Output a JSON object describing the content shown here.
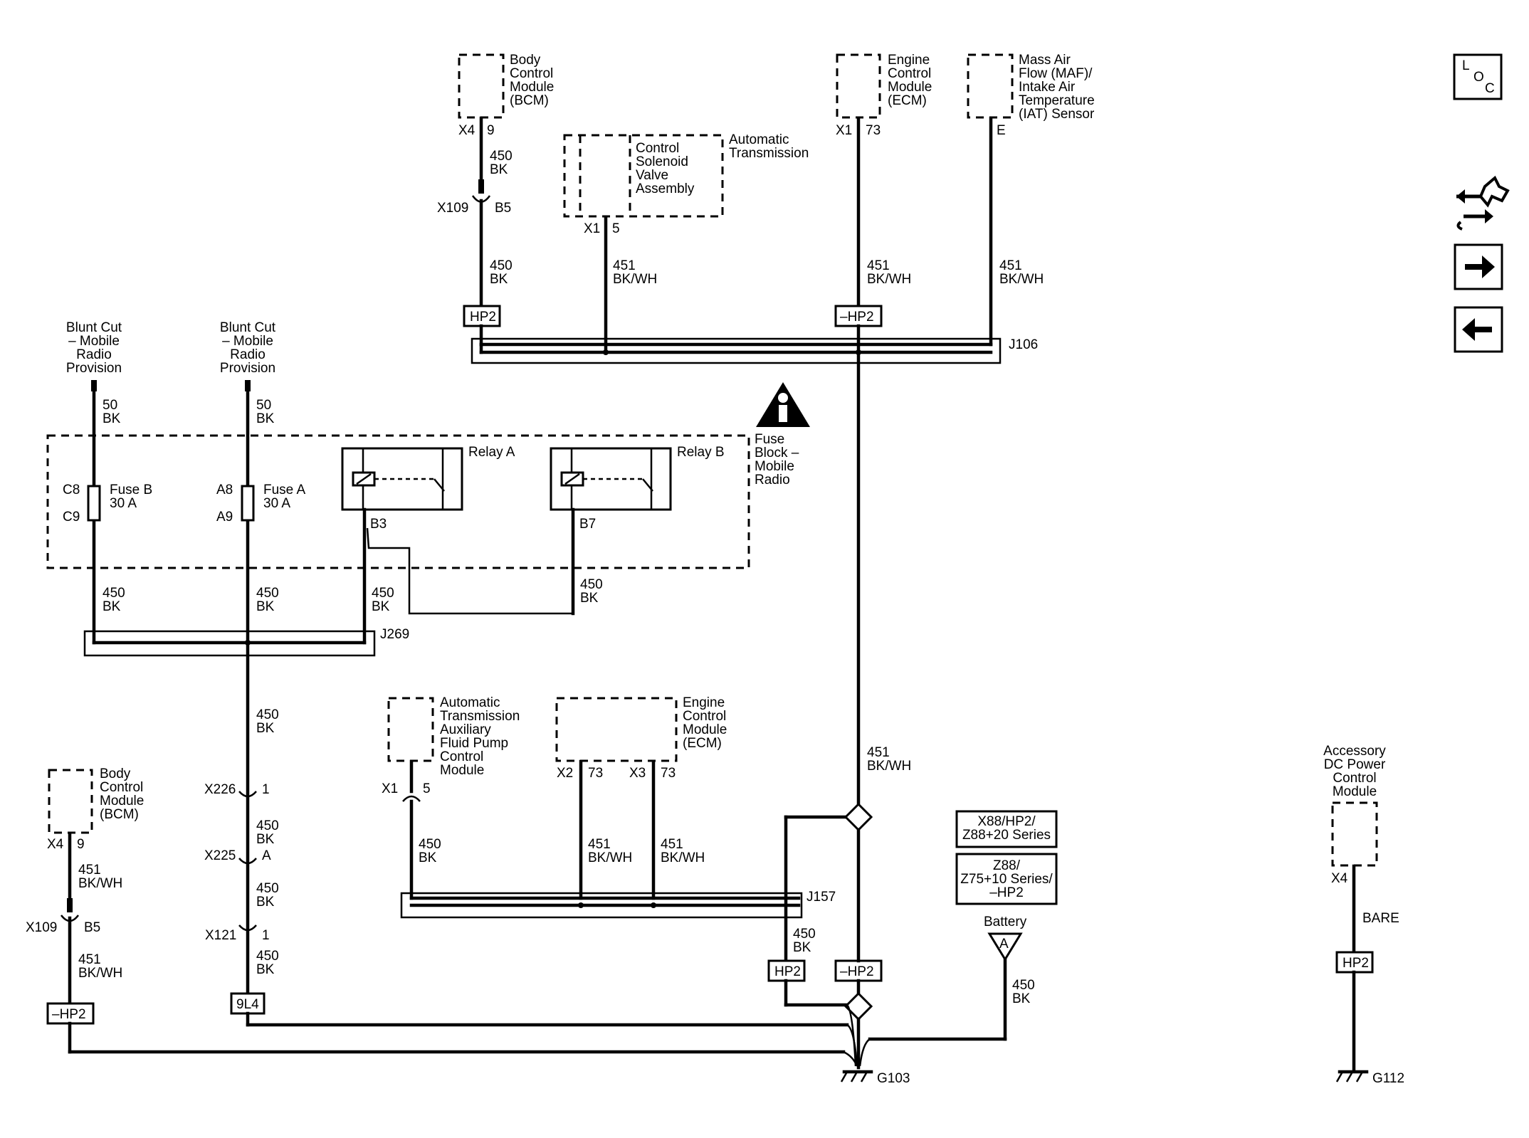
{
  "components": {
    "bcm_top": [
      "Body",
      "Control",
      "Module",
      "(BCM)"
    ],
    "bcm_left": [
      "Body",
      "Control",
      "Module",
      "(BCM)"
    ],
    "ecm_top": [
      "Engine",
      "Control",
      "Module",
      "(ECM)"
    ],
    "ecm_mid": [
      "Engine",
      "Control",
      "Module",
      "(ECM)"
    ],
    "maf": [
      "Mass Air",
      "Flow (MAF)/",
      "Intake Air",
      "Temperature",
      "(IAT) Sensor"
    ],
    "trans_title": [
      "Automatic",
      "Transmission"
    ],
    "solenoid": [
      "Control",
      "Solenoid",
      "Valve",
      "Assembly"
    ],
    "aux_pump": [
      "Automatic",
      "Transmission",
      "Auxiliary",
      "Fluid Pump",
      "Control",
      "Module"
    ],
    "accessory": [
      "Accessory",
      "DC Power",
      "Control",
      "Module"
    ],
    "blunt_left": [
      "Blunt Cut",
      "– Mobile",
      "Radio",
      "Provision"
    ],
    "blunt_right": [
      "Blunt Cut",
      "– Mobile",
      "Radio",
      "Provision"
    ],
    "fuse_block": [
      "Fuse",
      "Block –",
      "Mobile",
      "Radio"
    ],
    "relay_a": "Relay A",
    "relay_b": "Relay B",
    "fuse_b": [
      "Fuse B",
      "30 A"
    ],
    "fuse_a": [
      "Fuse A",
      "30 A"
    ],
    "battery": "Battery",
    "battery_symbol": "A"
  },
  "pins": {
    "x4": "X4",
    "p9": "9",
    "x1": "X1",
    "p73": "73",
    "e": "E",
    "p5": "5",
    "x109": "X109",
    "b5": "B5",
    "c8": "C8",
    "c9": "C9",
    "a8": "A8",
    "a9": "A9",
    "b3": "B3",
    "b7": "B7",
    "x226": "X226",
    "x225": "X225",
    "x121": "X121",
    "p1": "1",
    "pa": "A",
    "x2": "X2",
    "x3": "X3"
  },
  "splices": {
    "j106": "J106",
    "j269": "J269",
    "j157": "J157"
  },
  "grounds": {
    "g103": "G103",
    "g112": "G112"
  },
  "option_tags": {
    "hp2": "HP2",
    "not_hp2": "–HP2",
    "nine_l4": "9L4"
  },
  "wire_labels": {
    "c450": "450",
    "c451": "451",
    "c50": "50",
    "bk": "BK",
    "bkwh": "BK/WH",
    "bare": "BARE"
  },
  "legend": {
    "box1": [
      "X88/HP2/",
      "Z88+20 Series"
    ],
    "box2": [
      "Z88/",
      "Z75+10 Series/",
      "–HP2"
    ]
  },
  "nav": {
    "loc_letters": [
      "L",
      "O",
      "C"
    ],
    "icons": [
      "loc-icon",
      "connector-list-icon",
      "next-arrow-icon",
      "previous-arrow-icon",
      "info-icon"
    ]
  }
}
